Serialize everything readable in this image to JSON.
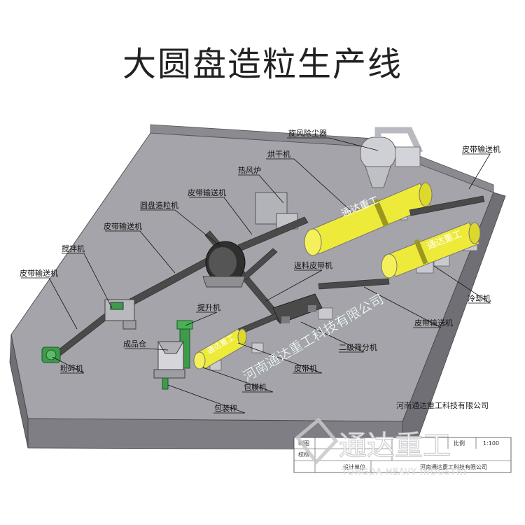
{
  "title": "大圆盘造粒生产线",
  "labels": {
    "cyclone": "旋风除尘器",
    "dryer": "烘干机",
    "hot_air": "热风炉",
    "belt_top_right": "皮带输送机",
    "belt_top": "皮带输送机",
    "disc": "圆盘造粒机",
    "belt_mid_left": "皮带输送机",
    "mixer": "搅拌机",
    "belt_left": "皮带输送机",
    "return_belt": "返料皮带机",
    "elevator": "提升机",
    "finished_bin": "成品仓",
    "crusher": "粉碎机",
    "cooler": "冷却机",
    "belt_right_low": "皮带输送机",
    "screener": "二级筛分机",
    "belt": "皮带机",
    "coater": "包膜机",
    "packer": "包装秤"
  },
  "machine_text": {
    "dryer": "通达重工",
    "cooler": "通达重工",
    "coater": "通达重工"
  },
  "watermark_diagonal": "河南通达重工科技有限公司",
  "company_caption": "河南通达重工科技有限公司",
  "logo": {
    "name": "通达重工",
    "english": "TONGDA HEAVY INDUSTRY"
  },
  "title_block": {
    "row1": "制图",
    "row2": "校核",
    "scale_label": "比例",
    "scale_value": "1:100",
    "design_unit": "设计单位",
    "company": "河南通达重工科技有限公司"
  },
  "colors": {
    "floor": "#a6a6ab",
    "wall": "#7b7b80",
    "machine_yellow": "#f0ec3a",
    "conveyor": "#3a3a3a",
    "green": "#3d9b4a"
  }
}
